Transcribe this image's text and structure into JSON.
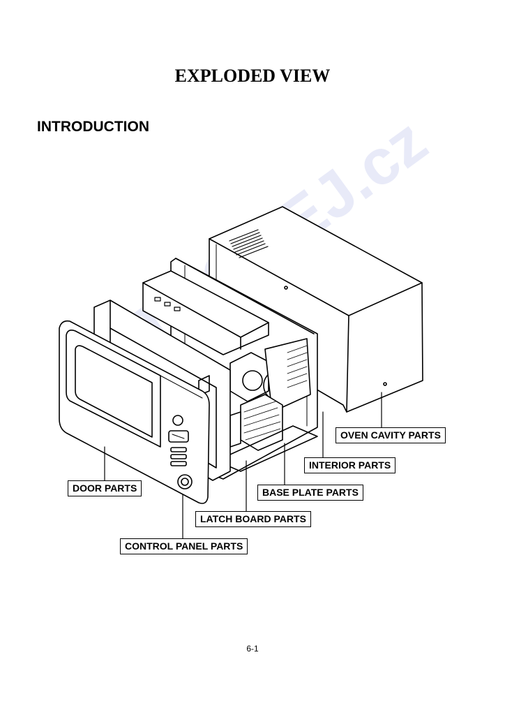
{
  "document": {
    "title": "EXPLODED VIEW",
    "section_heading": "INTRODUCTION",
    "watermark": "©DTDODEJ.cz",
    "page_number": "6-1"
  },
  "callouts": [
    {
      "id": "oven-cavity",
      "label": "OVEN CAVITY PARTS"
    },
    {
      "id": "interior",
      "label": "INTERIOR PARTS"
    },
    {
      "id": "door",
      "label": "DOOR PARTS"
    },
    {
      "id": "base-plate",
      "label": "BASE PLATE PARTS"
    },
    {
      "id": "latch-board",
      "label": "LATCH BOARD PARTS"
    },
    {
      "id": "control-panel",
      "label": "CONTROL PANEL PARTS"
    }
  ]
}
